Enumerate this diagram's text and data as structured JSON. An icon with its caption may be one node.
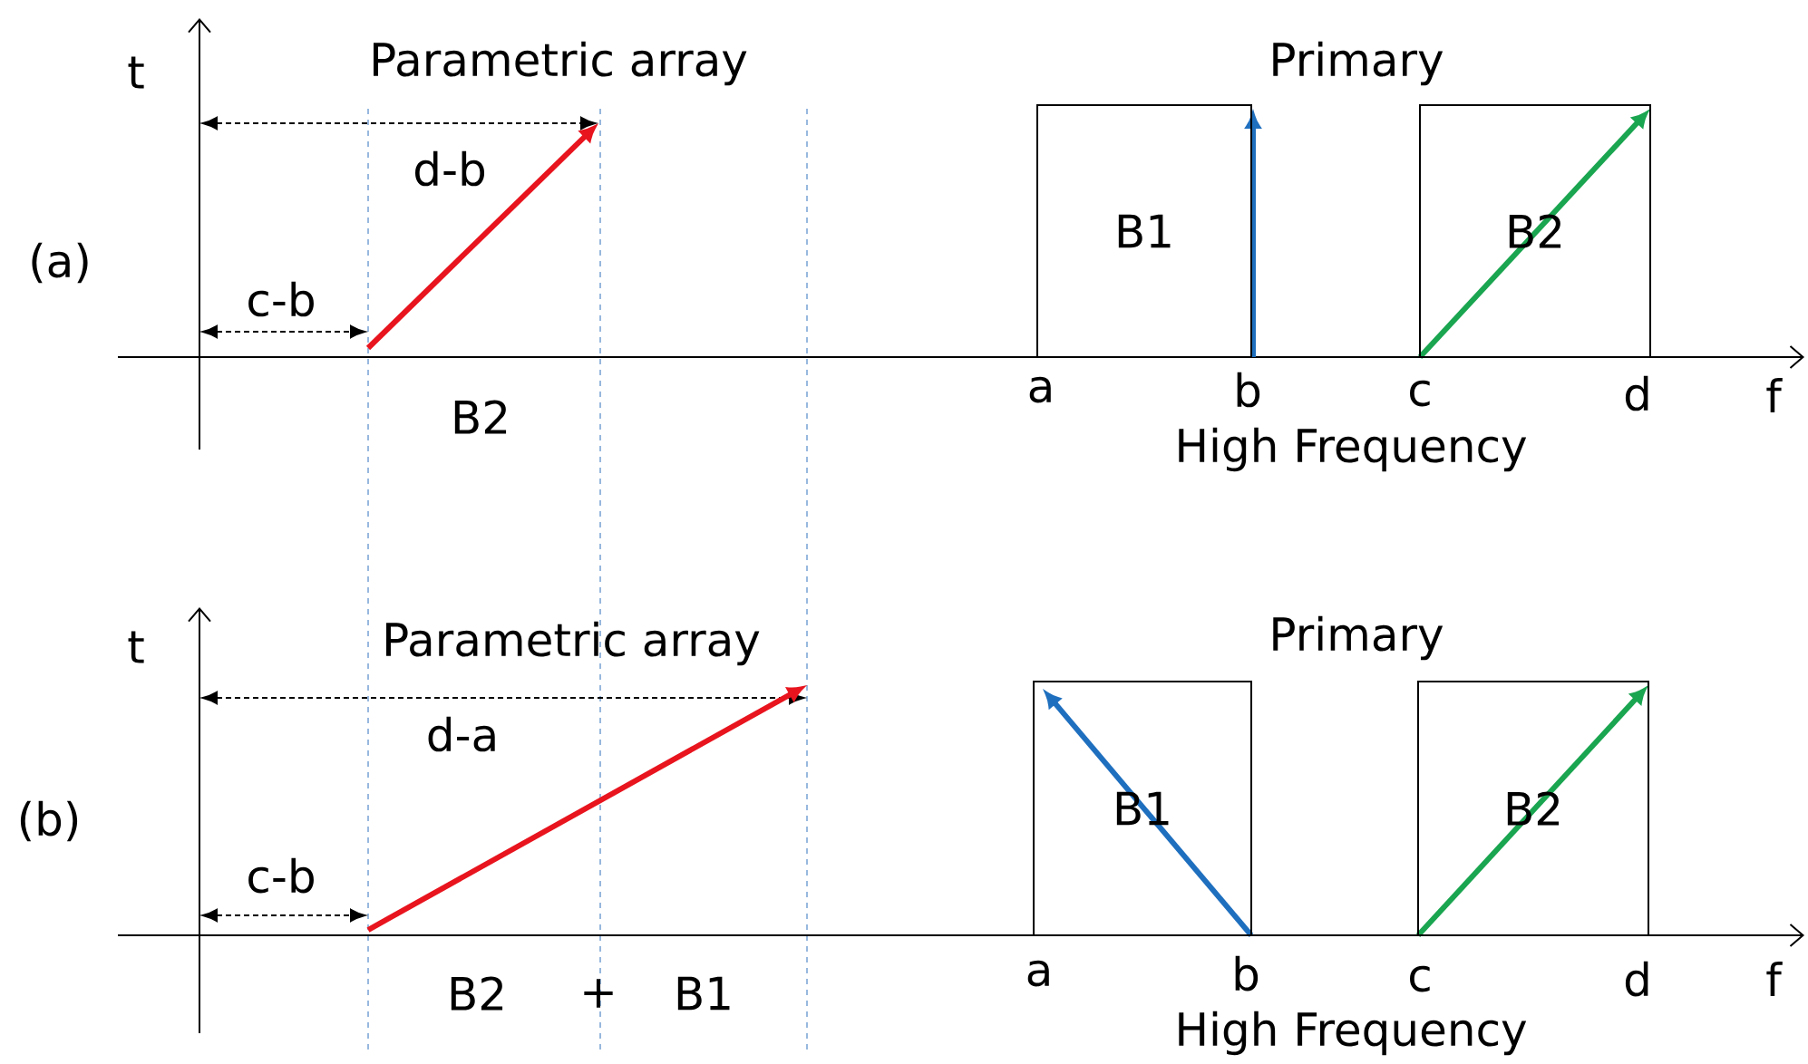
{
  "diagram": {
    "nodes": [
      {
        "text": [
          "B1"
        ]
      },
      {
        "text": [
          "B2"
        ]
      },
      {
        "text": [
          "B1"
        ]
      },
      {
        "text": [
          "B2"
        ]
      }
    ],
    "labels": [
      "t",
      "Parametric array",
      "Primary",
      "d-b",
      "(a)",
      "c-b",
      "a",
      "b",
      "c",
      "d",
      "f",
      "B2",
      "High Frequency",
      "t",
      "Parametric array",
      "Primary",
      "d-a",
      "(b)",
      "c-b",
      "a",
      "b",
      "c",
      "d",
      "f",
      "B2",
      "+",
      "B1",
      "High Frequency"
    ]
  }
}
